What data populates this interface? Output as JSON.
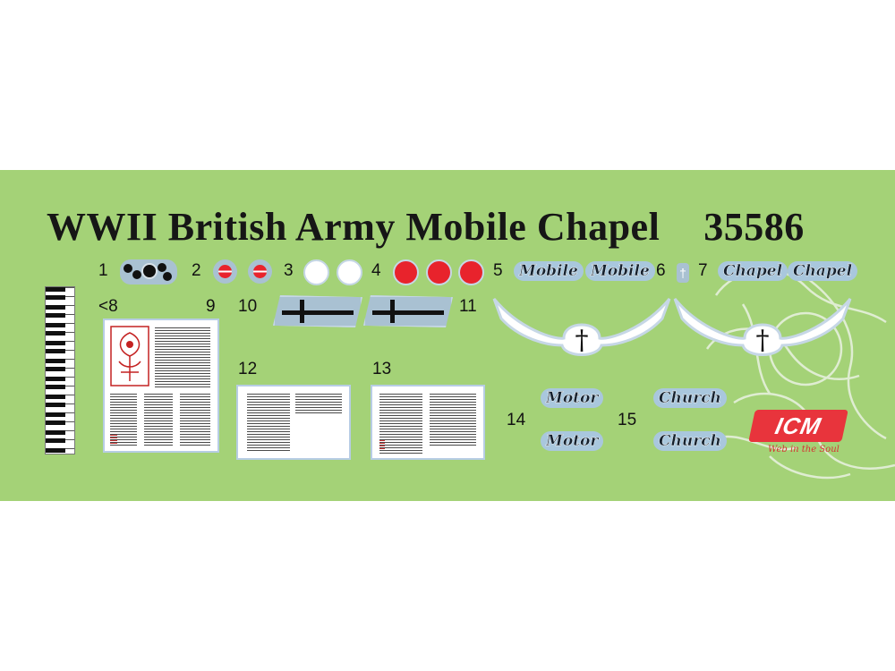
{
  "sheet": {
    "title": "WWII British Army Mobile Chapel",
    "code": "35586",
    "background_color": "#a4d277"
  },
  "labels": [
    "1",
    "2",
    "3",
    "4",
    "5",
    "6",
    "7",
    "<8",
    "9",
    "10",
    "11",
    "12",
    "13",
    "14",
    "15"
  ],
  "decals": {
    "mobile": [
      "Mobile",
      "Mobile"
    ],
    "chapel": [
      "Chapel",
      "Chapel"
    ],
    "motor": [
      "Motor",
      "Motor"
    ],
    "church": [
      "Church",
      "Church"
    ],
    "cross_glyph": "†"
  },
  "colors": {
    "red": "#e8232c",
    "white": "#ffffff",
    "blue_grey": "#a9c1d2",
    "dark": "#161616"
  },
  "brand": {
    "logo_text": "ICM",
    "tagline": "Web in the Soul"
  }
}
